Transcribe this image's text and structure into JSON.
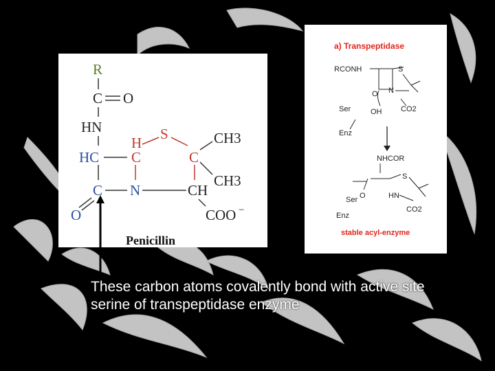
{
  "penicillin": {
    "r": "R",
    "c1": "C",
    "o1": "O",
    "hn": "HN",
    "hc": "HC",
    "h": "H",
    "c2": "C",
    "s": "S",
    "c3": "C",
    "ch3_top": "CH3",
    "ch3_mid": "CH3",
    "c4": "C",
    "n": "N",
    "ch": "CH",
    "o2": "O",
    "coo": "COO",
    "minus": "−",
    "name": "Penicillin"
  },
  "transpeptidase": {
    "title": "a) Transpeptidase",
    "rconh": "RCONH",
    "s": "S",
    "n": "N",
    "o": "O",
    "ser": "Ser",
    "oh": "OH",
    "enz": "Enz",
    "co2": "CO2",
    "nhcor": "NHCOR",
    "s2": "S",
    "hn": "HN",
    "o2": "O",
    "ser2": "Ser",
    "enz2": "Enz",
    "co2b": "CO2",
    "product": "stable acyl-enzyme"
  },
  "caption": {
    "line1": "These carbon atoms covalently bond with active site",
    "line2": "serine of transpeptidase enzyme"
  },
  "colors": {
    "r_group": "#5a7d2a",
    "amide": "#2a4f9e",
    "thiazolidine": "#c0392b",
    "title_red": "#e1251b"
  }
}
